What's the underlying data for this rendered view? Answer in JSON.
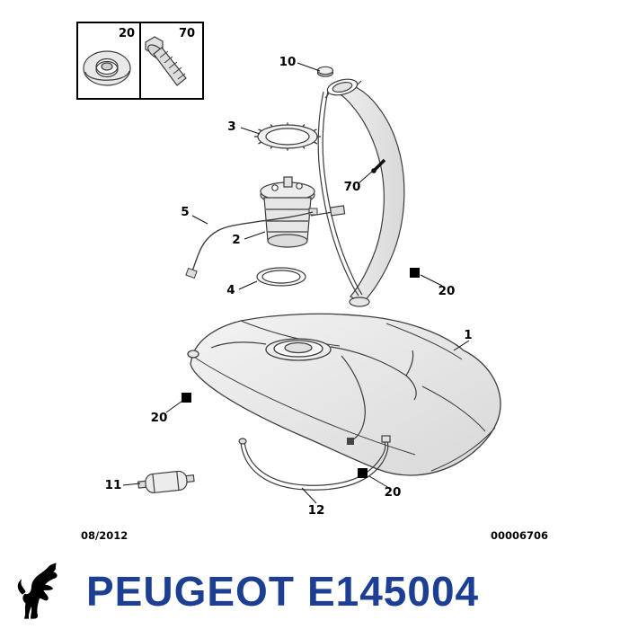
{
  "diagram": {
    "legend": {
      "slot1_label": "20",
      "slot2_label": "70"
    },
    "callouts": {
      "p1": "1",
      "p2": "2",
      "p3": "3",
      "p4": "4",
      "p5": "5",
      "p10": "10",
      "p11": "11",
      "p12": "12",
      "p20": "20",
      "p70": "70"
    },
    "footer": {
      "date": "08/2012",
      "doc_number": "00006706"
    }
  },
  "brand": {
    "name": "PEUGEOT",
    "part_code": "E145004"
  },
  "colors": {
    "brand_text": "#1c3f94",
    "diagram_line": "#3d3d3d",
    "marker_black": "#000000"
  }
}
